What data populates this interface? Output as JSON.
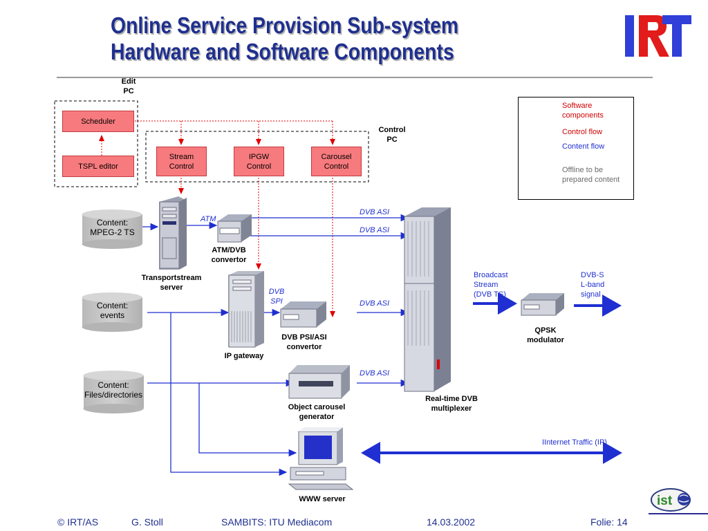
{
  "header": {
    "title_line1": "Online Service Provision Sub-system",
    "title_line2": "Hardware and Software Components",
    "logo_text": "IRT"
  },
  "edit_pc": {
    "label_line1": "Edit",
    "label_line2": "PC",
    "scheduler": "Scheduler",
    "tspl_editor": "TSPL editor"
  },
  "control_pc": {
    "label_line1": "Control",
    "label_line2": "PC",
    "stream_l1": "Stream",
    "stream_l2": "Control",
    "ipgw_l1": "IPGW",
    "ipgw_l2": "Control",
    "carousel_l1": "Carousel",
    "carousel_l2": "Control"
  },
  "legend": {
    "software_l1": "Software",
    "software_l2": "components",
    "control_flow": "Control flow",
    "content_flow": "Content flow",
    "offline_l1": "Offline to be",
    "offline_l2": "prepared content"
  },
  "sources": {
    "mpeg_l1": "Content:",
    "mpeg_l2": "MPEG-2 TS",
    "events_l1": "Content:",
    "events_l2": "events",
    "files_l1": "Content:",
    "files_l2": "Files/directories"
  },
  "devices": {
    "ts_server_l1": "Transportstream",
    "ts_server_l2": "server",
    "atm_dvb_l1": "ATM/DVB",
    "atm_dvb_l2": "convertor",
    "ip_gateway": "IP gateway",
    "dvb_psi_l1": "DVB PSI/ASI",
    "dvb_psi_l2": "convertor",
    "carousel_gen_l1": "Object carousel",
    "carousel_gen_l2": "generator",
    "mux_l1": "Real-time DVB",
    "mux_l2": "multiplexer",
    "qpsk_l1": "QPSK",
    "qpsk_l2": "modulator",
    "www_server": "WWW server"
  },
  "links": {
    "atm": "ATM",
    "dvb_asi_1": "DVB ASI",
    "dvb_asi_2": "DVB ASI",
    "dvb_asi_3": "DVB ASI",
    "dvb_asi_4": "DVB ASI",
    "dvb_spi_l1": "DVB",
    "dvb_spi_l2": "SPI",
    "broadcast_l1": "Broadcast",
    "broadcast_l2": "Stream",
    "broadcast_l3": "(DVB TS)",
    "dvbs_l1": "DVB-S",
    "dvbs_l2": "L-band",
    "dvbs_l3": "signal",
    "internet": "IInternet Traffic (IP)"
  },
  "footer": {
    "copyright": "© IRT/AS",
    "author": "G.  Stoll",
    "event": "SAMBITS: ITU Mediacom",
    "date": "14.03.2002",
    "folie": "Folie:  14",
    "ist_logo": "ist"
  },
  "colors": {
    "title": "#1f2f8f",
    "software_box": "#f77a7e",
    "control_flow": "#e00000",
    "content_flow": "#1f2fd1",
    "offline": "#c8c8c8"
  }
}
